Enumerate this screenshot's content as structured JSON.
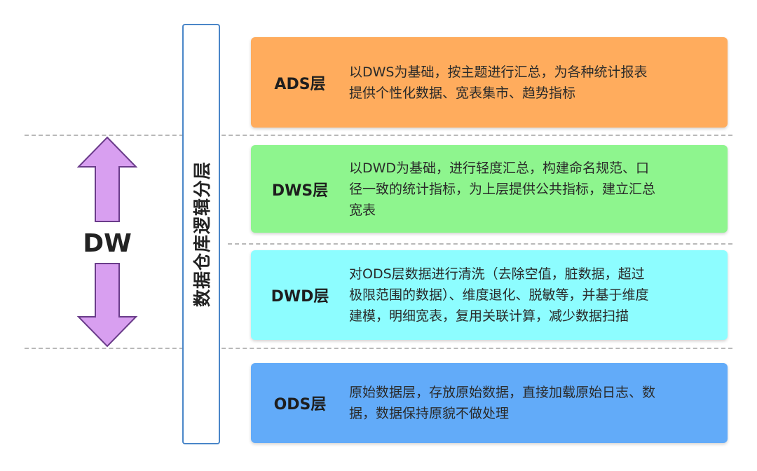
{
  "side_label": "数据仓库逻辑分层",
  "dw_label": "DW",
  "layers": [
    {
      "name": "ADS层",
      "desc": "以DWS为基础，按主题进行汇总，为各种统计报表提供个性化数据、宽表集市、趋势指标",
      "color": "#ffac5d"
    },
    {
      "name": "DWS层",
      "desc": "以DWD为基础，进行轻度汇总，构建命名规范、口径一致的统计指标，为上层提供公共指标，建立汇总宽表",
      "color": "#8ef58e"
    },
    {
      "name": "DWD层",
      "desc": "对ODS层数据进行清洗（去除空值，脏数据，超过极限范围的数据）、维度退化、脱敏等，并基于维度建模，明细宽表，复用关联计算，减少数据扫描",
      "color": "#8dfdff"
    },
    {
      "name": "ODS层",
      "desc": "原始数据层，存放原始数据，直接加载原始日志、数据，数据保持原貌不做处理",
      "color": "#62abf9"
    }
  ],
  "arrow_color": "#d89ff0"
}
